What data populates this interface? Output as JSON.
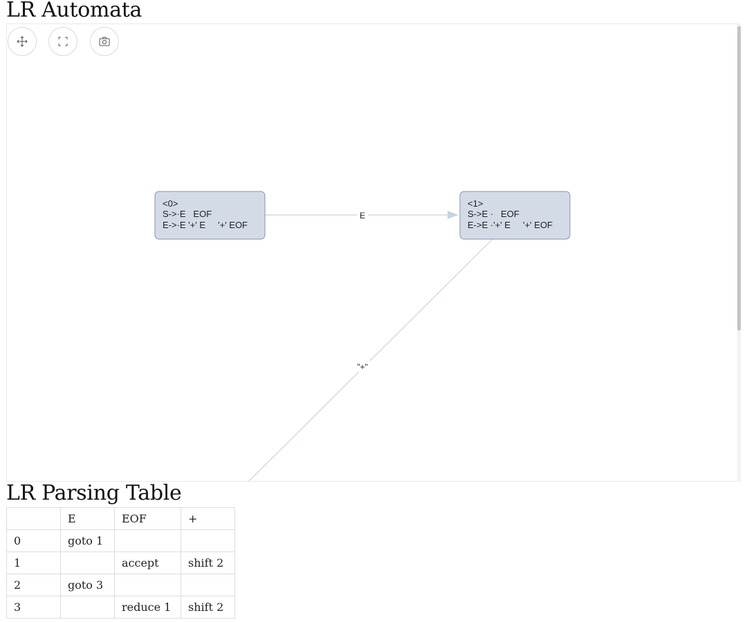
{
  "automata": {
    "heading": "LR Automata",
    "toolbar": [
      {
        "name": "pan-button",
        "icon": "move-arrows-icon"
      },
      {
        "name": "fit-view-button",
        "icon": "fullscreen-corners-icon"
      },
      {
        "name": "screenshot-button",
        "icon": "camera-icon"
      }
    ],
    "colors": {
      "node_fill": "#d3dbe6",
      "node_stroke": "#8796aa",
      "edge": "#c9d3df",
      "text": "#1f1f1f"
    },
    "states": [
      {
        "id": "0",
        "header": "<0>",
        "items": [
          "S->·E   EOF",
          "E->·E '+' E     '+' EOF"
        ]
      },
      {
        "id": "1",
        "header": "<1>",
        "items": [
          "S->E ·   EOF",
          "E->E ·'+' E     '+' EOF"
        ]
      }
    ],
    "edges": [
      {
        "from": "0",
        "to": "1",
        "label": "E"
      },
      {
        "from": "1",
        "to": "",
        "label": "\"+\""
      }
    ]
  },
  "table": {
    "heading": "LR Parsing Table",
    "columns": [
      "",
      "E",
      "EOF",
      "+"
    ],
    "rows": [
      [
        "0",
        "goto 1",
        "",
        ""
      ],
      [
        "1",
        "",
        "accept",
        "shift 2"
      ],
      [
        "2",
        "goto 3",
        "",
        ""
      ],
      [
        "3",
        "",
        "reduce 1",
        "shift 2"
      ]
    ]
  }
}
